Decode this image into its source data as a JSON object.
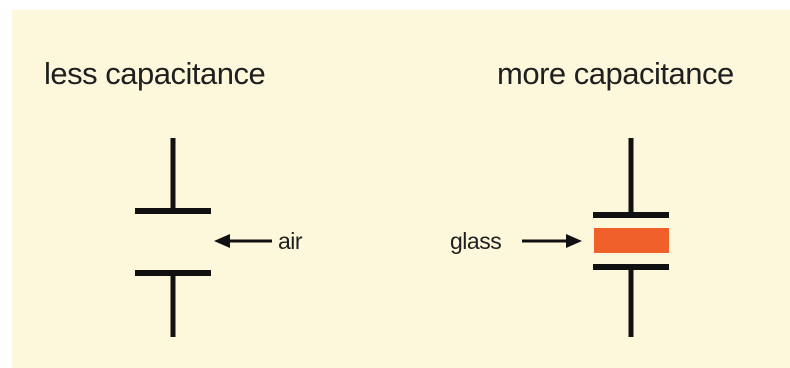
{
  "left_panel": {
    "title": "less capacitance",
    "dielectric_label": "air"
  },
  "right_panel": {
    "title": "more capacitance",
    "dielectric_label": "glass"
  },
  "colors": {
    "background": "#fdf7dc",
    "line": "#111111",
    "glass_dielectric": "#f0602a"
  }
}
